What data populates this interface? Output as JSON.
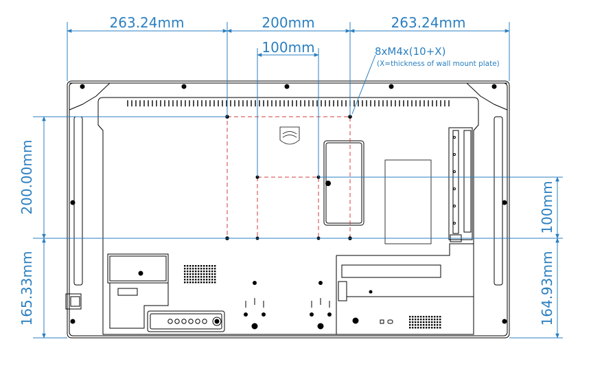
{
  "dimensions": {
    "top_left_width": "263.24mm",
    "top_center_width": "200mm",
    "top_right_width": "263.24mm",
    "inner_width": "100mm",
    "left_height_upper": "200.00mm",
    "left_height_lower": "165.33mm",
    "right_height_upper": "100mm",
    "right_height_lower": "164.93mm"
  },
  "screw_note": {
    "spec": "8xM4x(10+X)",
    "detail": "(X=thickness of wall mount plate)"
  },
  "colors": {
    "dimension_lines": "#2a7fc0",
    "outline": "#000000",
    "mount_pattern": "#d23c3c"
  }
}
